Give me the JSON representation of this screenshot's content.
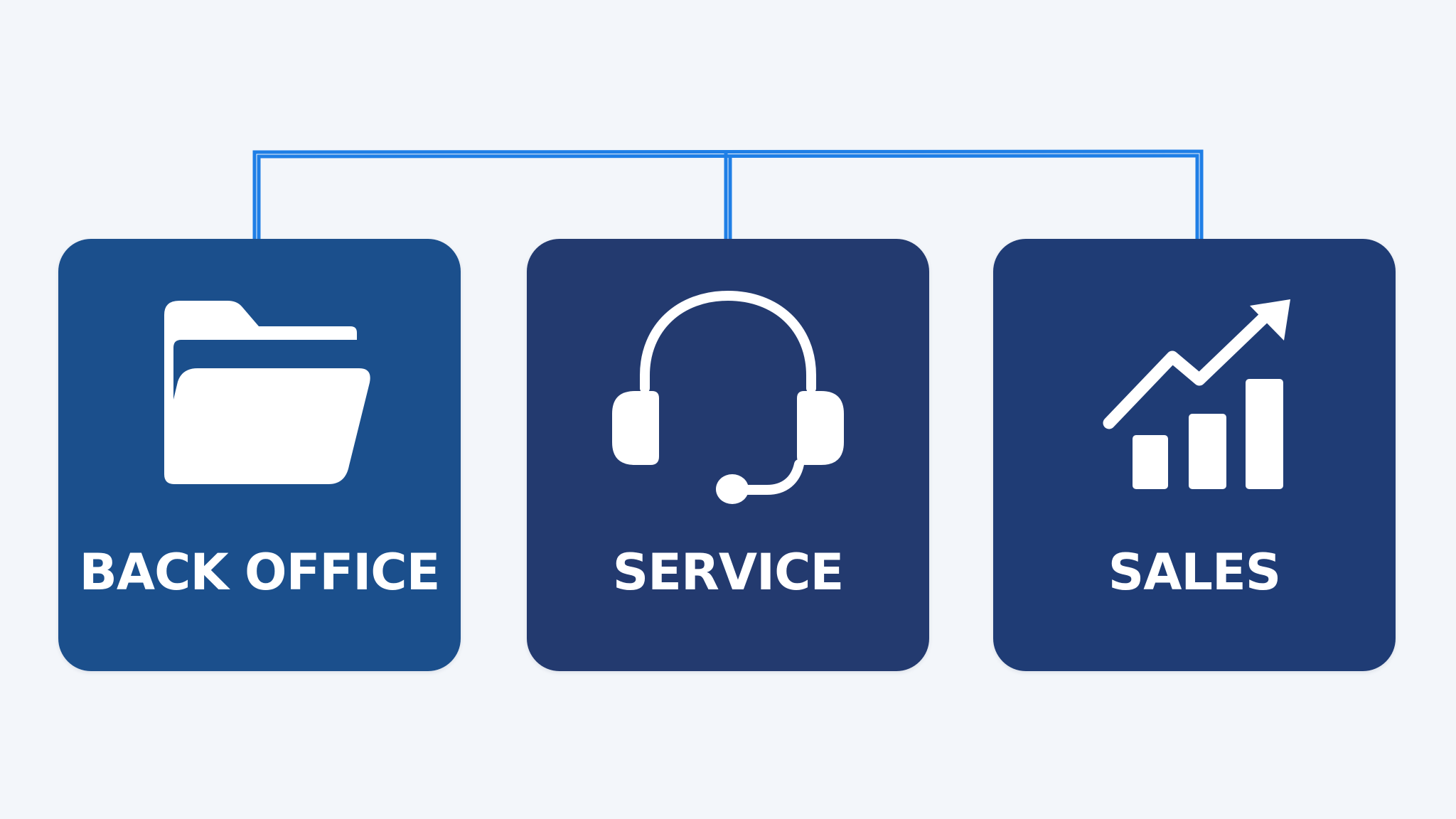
{
  "diagram": {
    "connector_color": "#1f7fe6",
    "cards": [
      {
        "label": "BACK OFFICE",
        "icon": "folder-icon",
        "color": "#1b4f8c"
      },
      {
        "label": "SERVICE",
        "icon": "headset-icon",
        "color": "#233a6f"
      },
      {
        "label": "SALES",
        "icon": "growth-chart-icon",
        "color": "#1f3c75"
      }
    ]
  }
}
